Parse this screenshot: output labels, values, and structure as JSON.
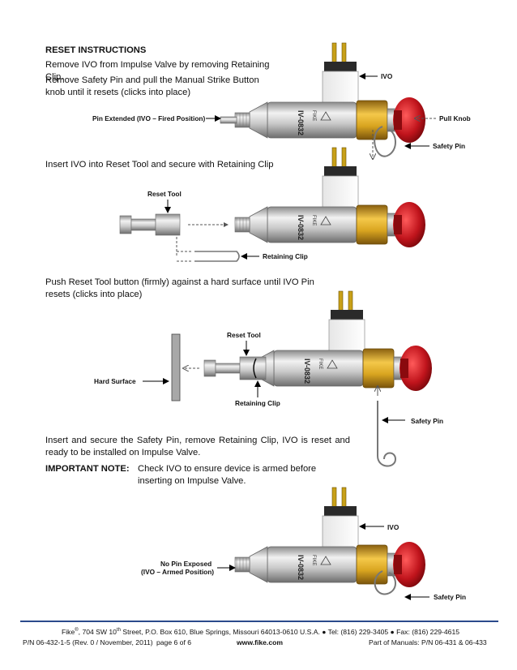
{
  "instructions": {
    "heading": "RESET INSTRUCTIONS",
    "step1": "Remove IVO from Impulse Valve by removing Retaining Clip.",
    "step2": "Remove Safety Pin and pull the Manual Strike Button knob until it resets (clicks into place)",
    "step3": "Insert IVO into Reset Tool and secure with Retaining Clip",
    "step4": "Push Reset Tool button (firmly) against a hard surface until IVO Pin resets (clicks into place)",
    "step5": "Insert and secure the Safety Pin, remove Retaining Clip, IVO is reset and ready to be installed on Impulse Valve.",
    "note_label": "IMPORTANT NOTE:",
    "note_text": "Check IVO to ensure device is armed before inserting on Impulse Valve."
  },
  "labels": {
    "ivo_1": "IVO",
    "pin_extended": "Pin Extended (IVO – Fired Position)",
    "pull_knob": "Pull Knob",
    "safety_pin_1": "Safety Pin",
    "reset_tool_1": "Reset Tool",
    "retaining_clip_1": "Retaining Clip",
    "reset_tool_2": "Reset Tool",
    "hard_surface": "Hard Surface",
    "retaining_clip_2": "Retaining Clip",
    "safety_pin_2": "Safety Pin",
    "ivo_2": "IVO",
    "no_pin_line1": "No Pin Exposed",
    "no_pin_line2": "(IVO – Armed Position)",
    "safety_pin_3": "Safety Pin"
  },
  "device": {
    "model_text": "IV-0832",
    "brand_text": "FIKE",
    "cylinder_color": "#c9c9c9",
    "brass_color": "#d9a520",
    "knob_color": "#c0141c",
    "connector_color": "#d8b020"
  },
  "footer": {
    "company": "Fike",
    "reg": "®",
    "address_a": ", 704 SW 10",
    "address_sup": "th",
    "address_b": " Street, P.O. Box 610, Blue Springs, Missouri 64013-0610 U.S.A. ● Tel: (816) 229-3405 ● Fax: (816) 229-4615",
    "part_number": "P/N 06-432-1-5 (Rev. 0 / November, 2011)",
    "page": "page 6 of 6",
    "website": "www.fike.com",
    "manuals": "Part of Manuals: P/N 06-431 & 06-433"
  }
}
